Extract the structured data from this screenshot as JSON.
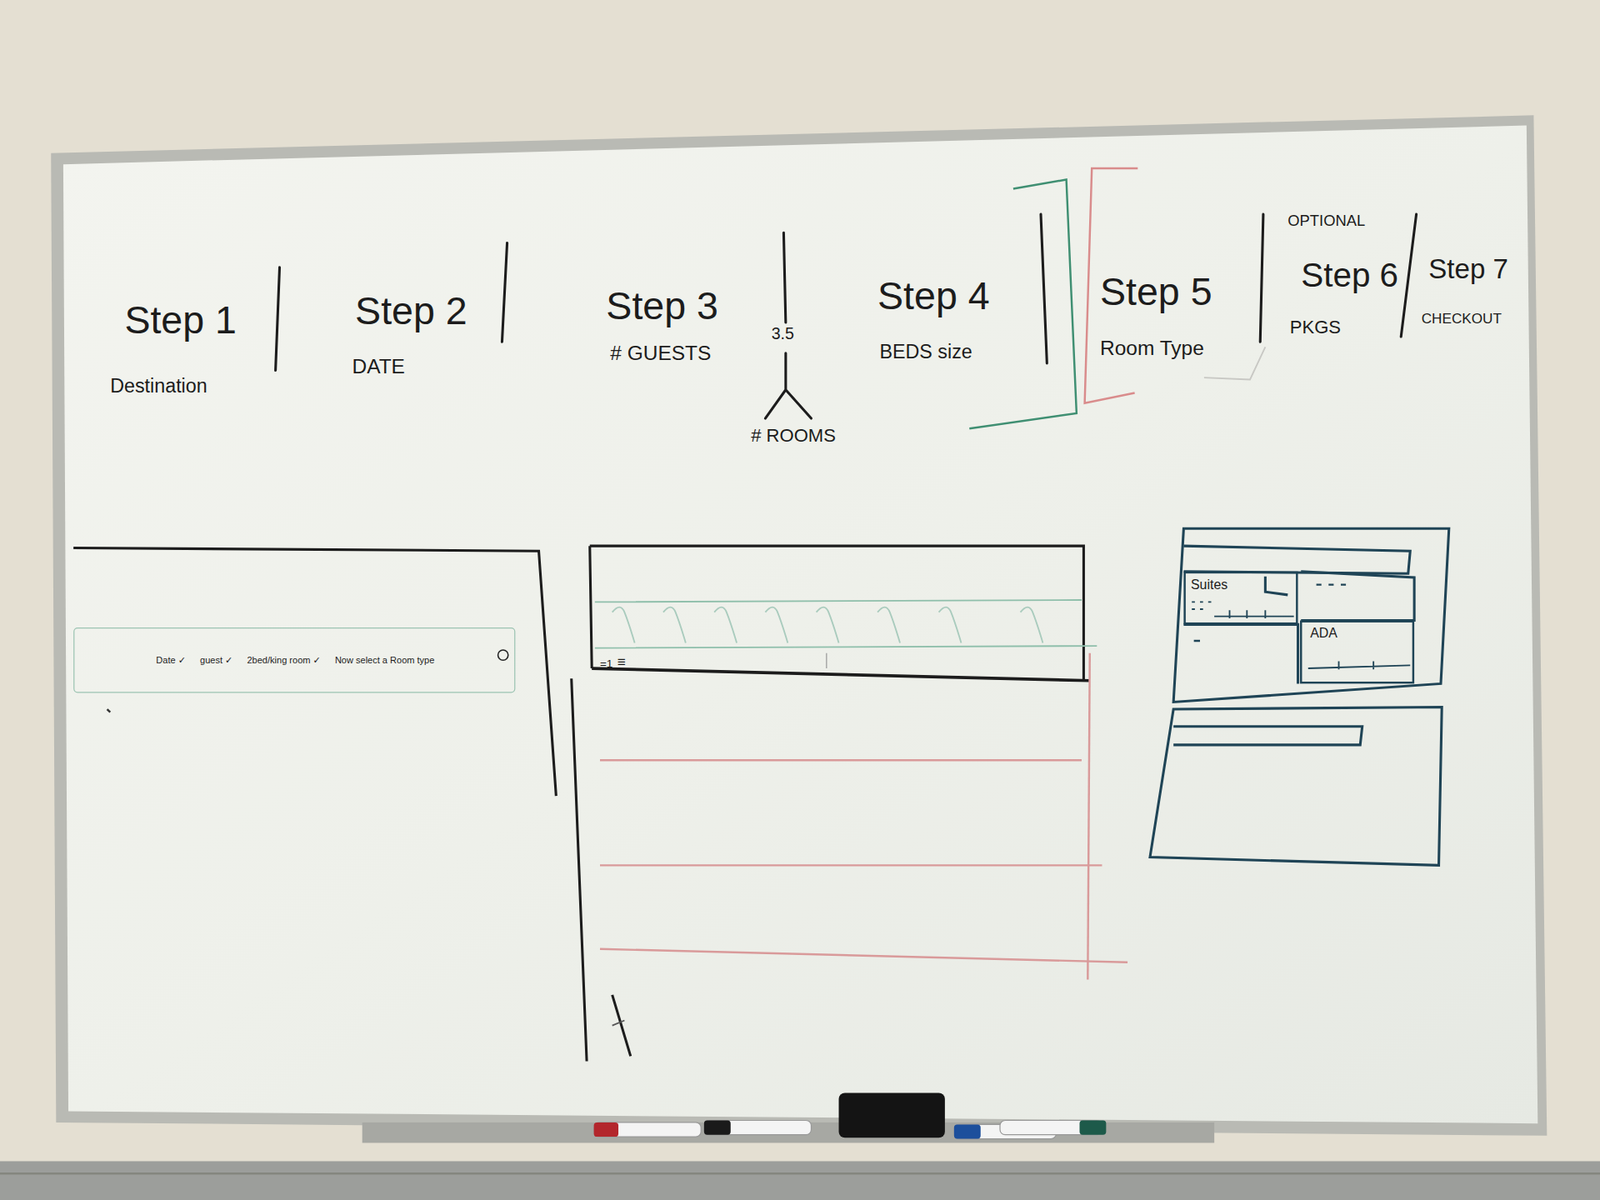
{
  "diagram": {
    "nodes": [
      {
        "text": [
          "Date ✓",
          "guest ✓",
          "2bed/king room ✓",
          "Now select a Room type"
        ]
      },
      {
        "text": [
          "Suites"
        ]
      },
      {
        "text": [
          "ADA"
        ]
      }
    ],
    "labels": [
      "Step 1",
      "Destination",
      "Step 2",
      "DATE",
      "Step 3",
      "# GUESTS",
      "3.5",
      "# ROOMS",
      "Step 4",
      "BEDS size",
      "Step 5",
      "Room Type",
      "OPTIONAL",
      "Step 6",
      "PKGS",
      "Step 7",
      "CHECKOUT",
      "=1",
      "≡"
    ]
  }
}
